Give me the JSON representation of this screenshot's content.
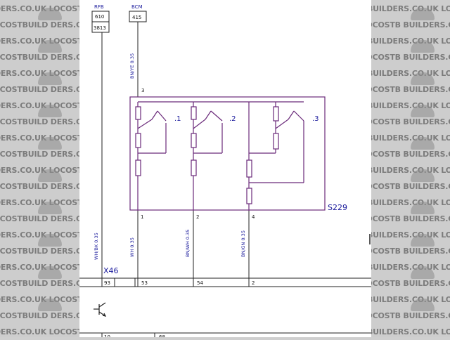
{
  "watermark": {
    "text_a": "DERS.CO.UK",
    "text_b": "LOCOSTBUILD",
    "text_c": "BUILDERS.CO.UK",
    "text_d": "LOCOSTB"
  },
  "header": {
    "rfb_label": "RFB",
    "rfb_top": "610",
    "rfb_bottom": "3813",
    "bcm_label": "BCM",
    "bcm_top": "415"
  },
  "wires": {
    "feed": "BN/YE 0.35",
    "w1": "WH/BK 0.35",
    "w2": "WH 0.35",
    "w3": "BN/WH 0.35",
    "w4": "BN/GN 0.35"
  },
  "switch": {
    "name": "S229",
    "pin_top": "3",
    "pin1": "1",
    "pin2": "2",
    "pin4": "4",
    "pos1": ".1",
    "pos2": ".2",
    "pos3": ".3"
  },
  "connector": {
    "name": "X46",
    "p93": "93",
    "p53": "53",
    "p54": "54",
    "p2": "2",
    "bottom_a": "10",
    "bottom_b": "68"
  }
}
